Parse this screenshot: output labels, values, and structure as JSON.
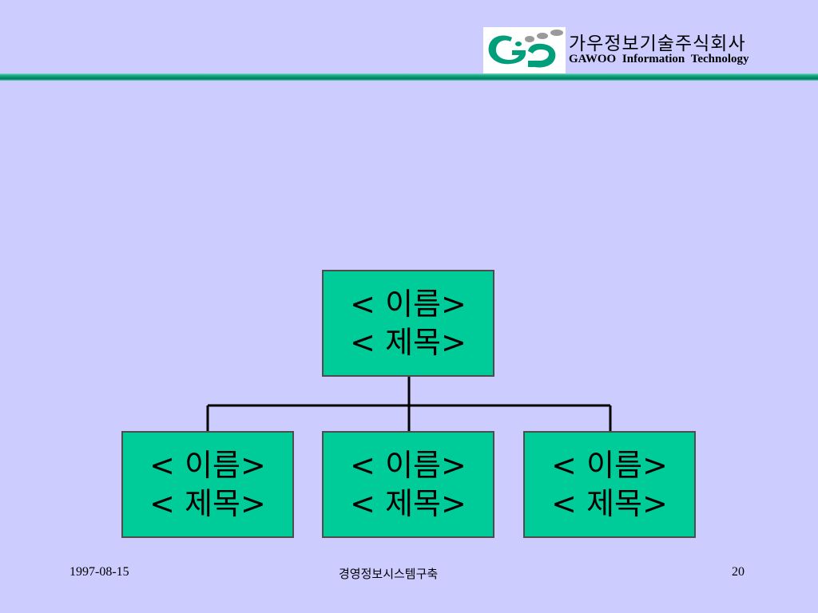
{
  "header": {
    "logo_icon": "gawoo-g-logo",
    "company_name_ko": "가우정보기술주식회사",
    "company_name_en": "GAWOO  Information  Technology",
    "accent_color": "#008f6f"
  },
  "org_chart": {
    "top": {
      "name": "< 이름>",
      "title": "< 제목>"
    },
    "subordinates": [
      {
        "name": "< 이름>",
        "title": "< 제목>"
      },
      {
        "name": "< 이름>",
        "title": "< 제목>"
      },
      {
        "name": "< 이름>",
        "title": "< 제목>"
      }
    ],
    "box_color": "#00cc99"
  },
  "footer": {
    "date": "1997-08-15",
    "title": "경영정보시스템구축",
    "page": "20"
  }
}
